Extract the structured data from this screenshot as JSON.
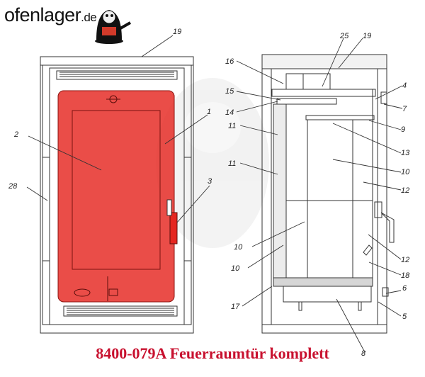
{
  "brand": {
    "name": "ofenlager",
    "tld": ".de"
  },
  "caption": "8400-079A Feuerraumtür komplett",
  "colors": {
    "highlight": "#e52620",
    "line": "#333333",
    "brand_red": "#c8102e"
  },
  "labels": {
    "l1": "1",
    "l2": "2",
    "l3": "3",
    "l28": "28",
    "l19a": "19",
    "l25": "25",
    "l19b": "19",
    "l16": "16",
    "l15": "15",
    "l14": "14",
    "l11a": "11",
    "l11b": "11",
    "l10a": "10",
    "l10b": "10",
    "l17": "17",
    "l4": "4",
    "l7": "7",
    "l9": "9",
    "l13": "13",
    "l10c": "10",
    "l12a": "12",
    "l12b": "12",
    "l18": "18",
    "l6": "6",
    "l5": "5",
    "l8": "8"
  }
}
